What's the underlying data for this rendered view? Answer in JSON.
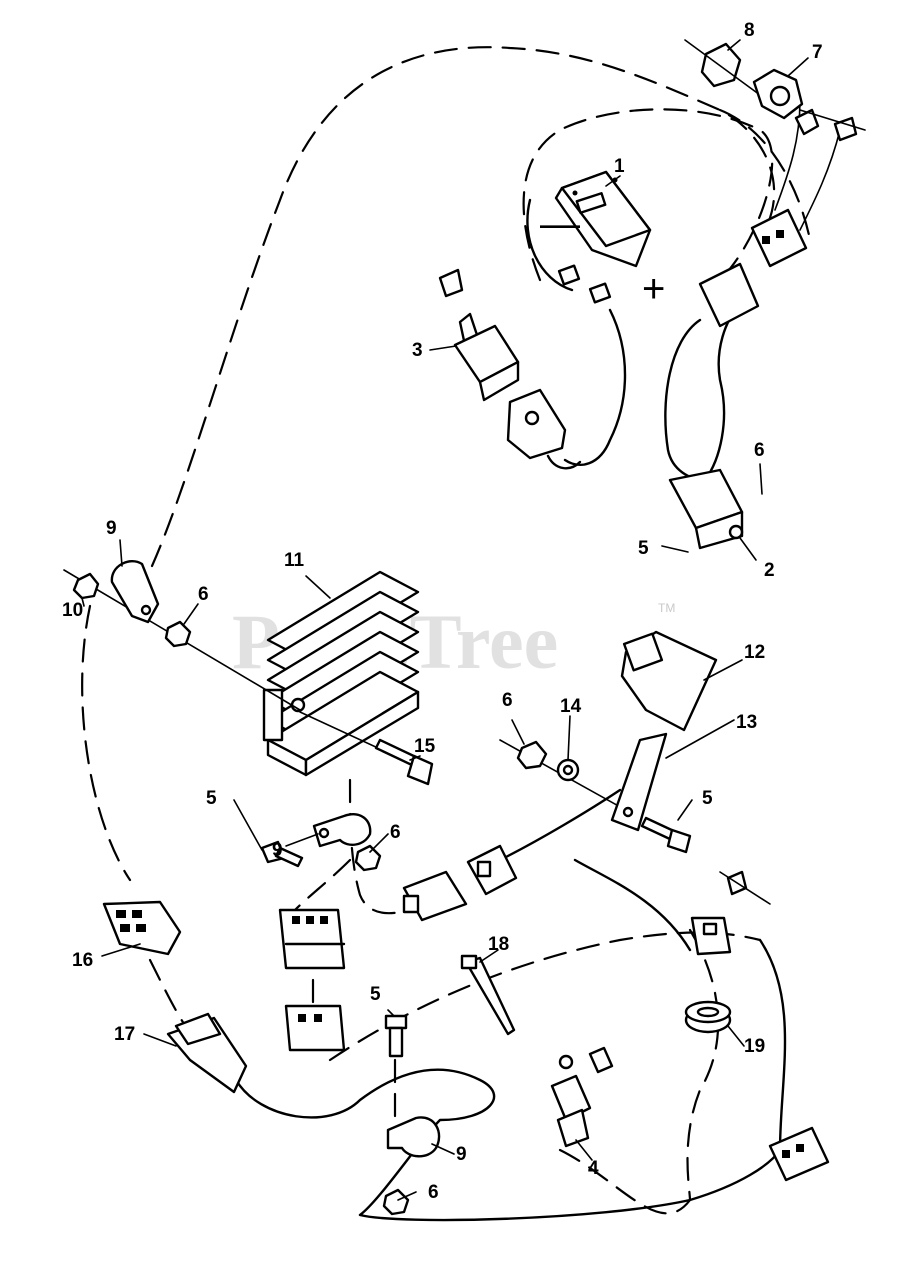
{
  "watermark": {
    "text": "PartsTree",
    "mark": "TM"
  },
  "polarity": {
    "negative": "—",
    "positive": "+"
  },
  "callouts": {
    "c1": "1",
    "c2": "2",
    "c3": "3",
    "c4": "4",
    "c5a": "5",
    "c5b": "5",
    "c5c": "5",
    "c5d": "5",
    "c6a": "6",
    "c6b": "6",
    "c6c": "6",
    "c6d": "6",
    "c6e": "6",
    "c7": "7",
    "c8": "8",
    "c9a": "9",
    "c9b": "9",
    "c9c": "9",
    "c10": "10",
    "c11": "11",
    "c12": "12",
    "c13": "13",
    "c14": "14",
    "c15": "15",
    "c16": "16",
    "c17": "17",
    "c18": "18",
    "c19": "19"
  }
}
